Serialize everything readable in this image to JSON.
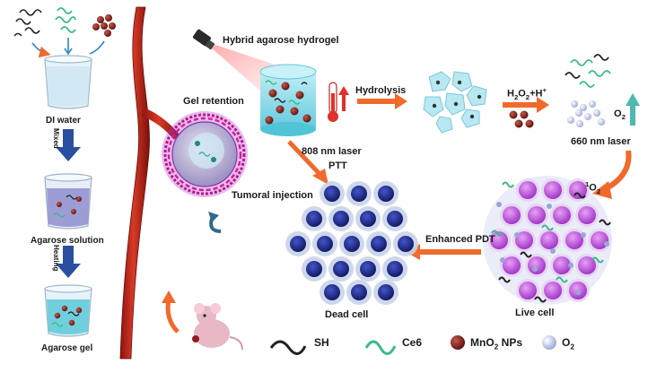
{
  "title": "",
  "colors": {
    "vessel": "#c8261c",
    "hydrogel": "#7fd6e6",
    "mno2": "#8e1f1f",
    "cell_live": "#b03fd0",
    "cell_dead": "#1e2a8c",
    "arrow_orange": "#f06a2c",
    "arrow_blue": "#2a4fa0",
    "arrow_teal": "#4fb8b0"
  },
  "icons": [
    "sh-polymer-icon",
    "ce6-polymer-icon",
    "mno2-nanoparticle-icon",
    "oxygen-bubble-icon",
    "laser-device-icon",
    "thermometer-icon",
    "mouse-icon",
    "beaker-icon"
  ],
  "labels": {
    "di_water": "DI water",
    "mixed": "Mixed",
    "agarose_solution": "Agarose solution",
    "heating": "Heating",
    "agarose_gel": "Agarose gel",
    "gel_retention": "Gel retention",
    "tumoral_injection": "Tumoral injection",
    "hybrid_hydrogel": "Hybrid agarose hydrogel",
    "hydrolysis": "Hydrolysis",
    "h2o2": "H",
    "h2o2_sub1": "2",
    "h2o2_mid": "O",
    "h2o2_sub2": "2",
    "h2o2_plus": "+H",
    "h2o2_sup": "+",
    "o2": "O",
    "o2_sub": "2",
    "laser_808": "808 nm laser",
    "laser_660": "660 nm laser",
    "ptt": "PTT",
    "singlet_sup": "1",
    "singlet_o": "O",
    "singlet_sub": "2",
    "enhanced_pdt": "Enhanced PDT",
    "dead_cell": "Dead cell",
    "live_cell": "Live cell"
  },
  "legend": {
    "sh": "SH",
    "ce6": "Ce6",
    "mno2": "MnO",
    "mno2_sub": "2",
    "mno2_tail": " NPs",
    "o2": "O",
    "o2_sub": "2"
  }
}
